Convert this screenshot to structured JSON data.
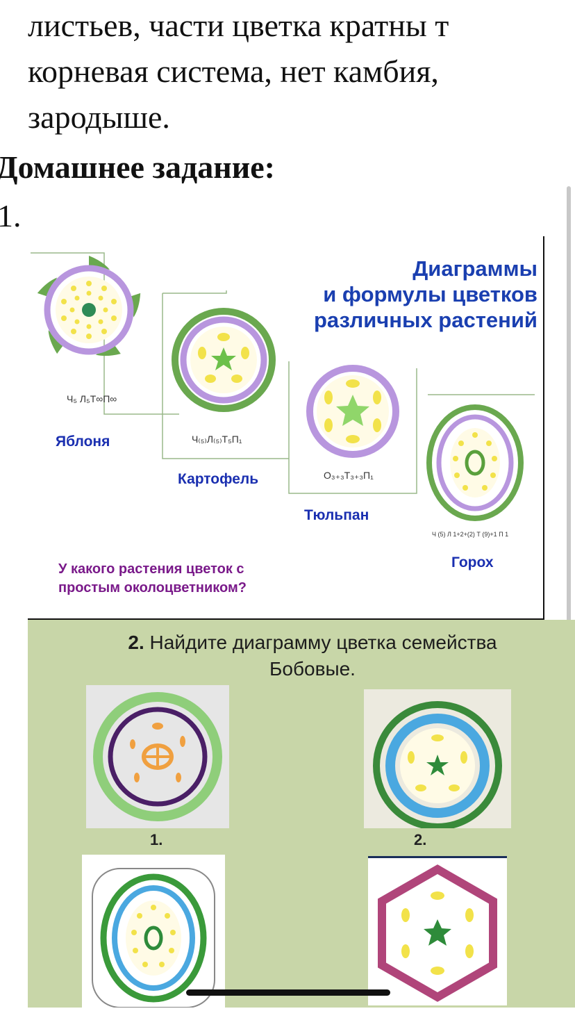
{
  "text_lines": [
    "листьев, части цветка кратны т",
    "корневая система, нет камбия, ",
    "зародыше."
  ],
  "homework_heading": "Домашнее задание:",
  "list_marker": "1.",
  "slide1": {
    "title_line1": "Диаграммы",
    "title_line2": "и формулы цветков",
    "title_line3": "различных растений",
    "plants": [
      {
        "name": "Яблоня",
        "formula": "Ч₅ Л₅Т∞П∞"
      },
      {
        "name": "Картофель",
        "formula": "Ч₍₅₎Л₍₅₎Т₅П₁"
      },
      {
        "name": "Тюльпан",
        "formula": "О₃₊₃Т₃₊₃П₁"
      },
      {
        "name": "Горох",
        "formula": "Ч (5) Л 1+2+(2) Т (9)+1 П 1"
      }
    ],
    "question_line1": "У какого растения цветок  с",
    "question_line2": "простым околоцветником?"
  },
  "slide2": {
    "task_number": "2.",
    "task_line1": " Найдите диаграмму цветка семейства",
    "task_line2": "Бобовые.",
    "diagram_labels": [
      "1.",
      "2."
    ]
  },
  "colors": {
    "title_blue": "#1a3fb0",
    "question_purple": "#7a1a8a",
    "slide2_bg": "#c8d6a8",
    "sepal_green": "#6aa84f",
    "petal_violet": "#a98ad6",
    "stamen_yellow": "#f2e24a"
  }
}
